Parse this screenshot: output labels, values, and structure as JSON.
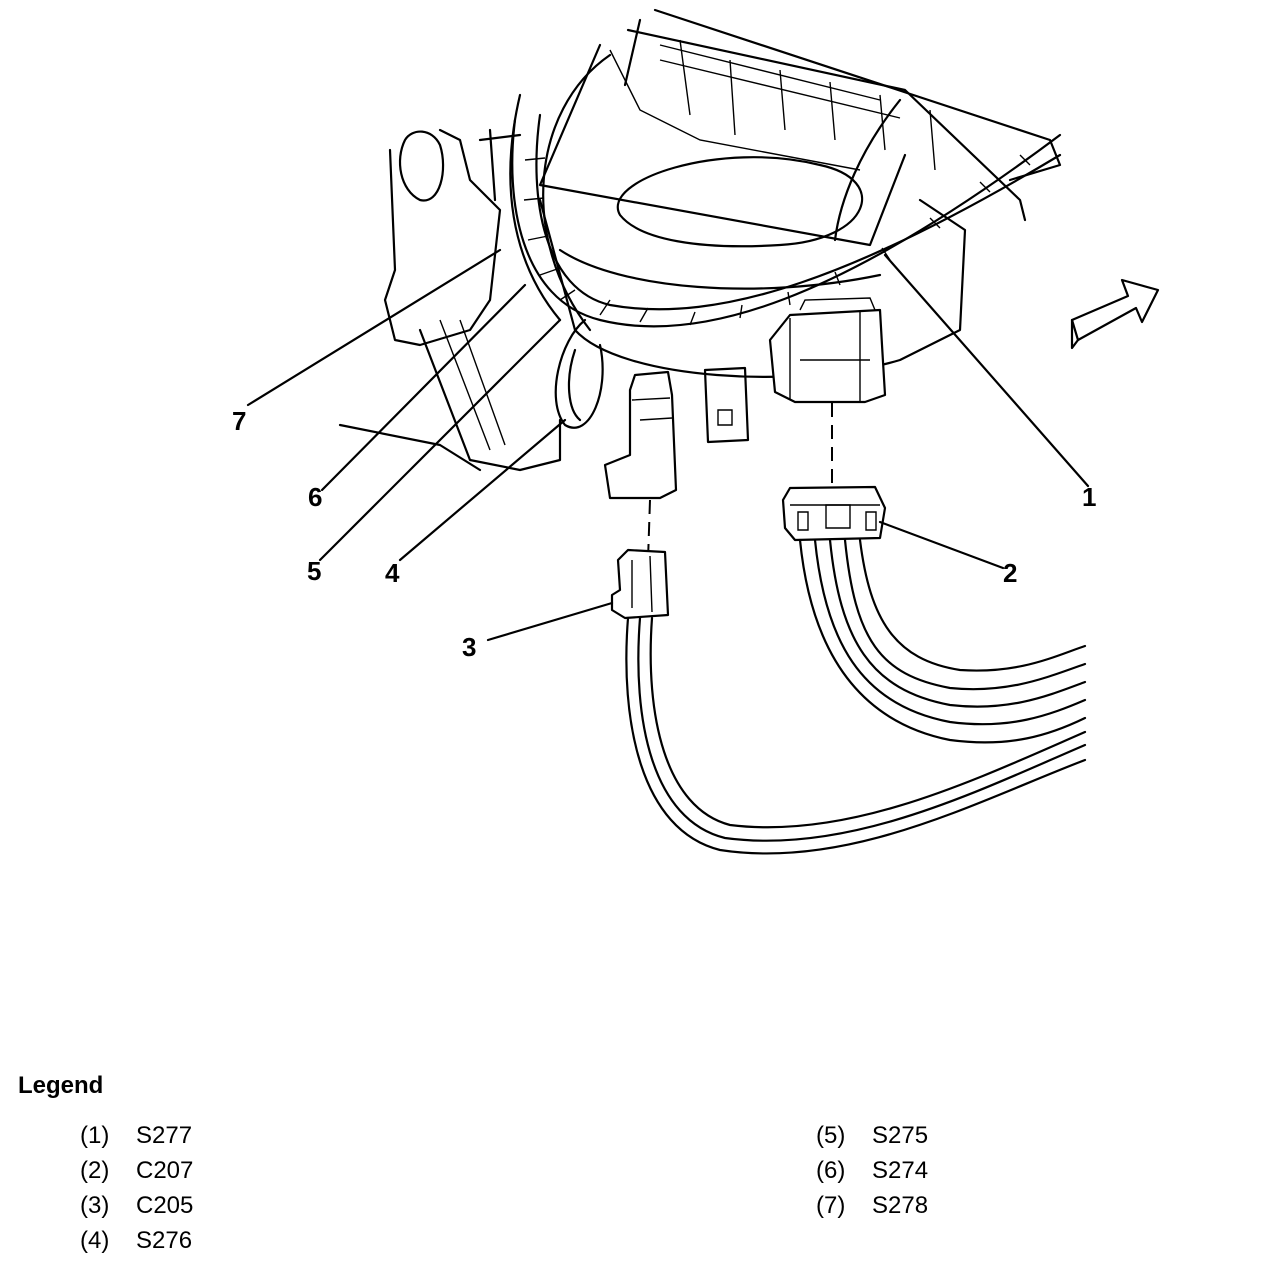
{
  "diagram": {
    "callouts": [
      {
        "num": "1"
      },
      {
        "num": "2"
      },
      {
        "num": "3"
      },
      {
        "num": "4"
      },
      {
        "num": "5"
      },
      {
        "num": "6"
      },
      {
        "num": "7"
      }
    ]
  },
  "legend": {
    "title": "Legend",
    "items": [
      {
        "num": "(1)",
        "label": "S277"
      },
      {
        "num": "(2)",
        "label": "C207"
      },
      {
        "num": "(3)",
        "label": "C205"
      },
      {
        "num": "(4)",
        "label": "S276"
      },
      {
        "num": "(5)",
        "label": "S275"
      },
      {
        "num": "(6)",
        "label": "S274"
      },
      {
        "num": "(7)",
        "label": "S278"
      }
    ]
  }
}
